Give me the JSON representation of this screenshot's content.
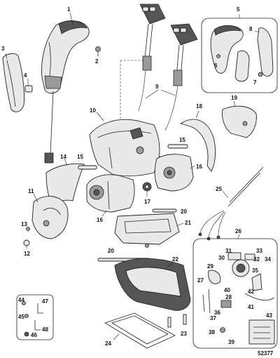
{
  "diagram": {
    "catalog_number": "52377",
    "callouts": [
      {
        "id": "1",
        "label": "1"
      },
      {
        "id": "2",
        "label": "2"
      },
      {
        "id": "3",
        "label": "3"
      },
      {
        "id": "4",
        "label": "4"
      },
      {
        "id": "5",
        "label": "5"
      },
      {
        "id": "6",
        "label": "6"
      },
      {
        "id": "7",
        "label": "7"
      },
      {
        "id": "8",
        "label": "8"
      },
      {
        "id": "9",
        "label": "9"
      },
      {
        "id": "10",
        "label": "10"
      },
      {
        "id": "11",
        "label": "11"
      },
      {
        "id": "12",
        "label": "12"
      },
      {
        "id": "13",
        "label": "13"
      },
      {
        "id": "14",
        "label": "14"
      },
      {
        "id": "15a",
        "label": "15"
      },
      {
        "id": "15b",
        "label": "15"
      },
      {
        "id": "16a",
        "label": "16"
      },
      {
        "id": "16b",
        "label": "16"
      },
      {
        "id": "17",
        "label": "17"
      },
      {
        "id": "18",
        "label": "18"
      },
      {
        "id": "19",
        "label": "19"
      },
      {
        "id": "20a",
        "label": "20"
      },
      {
        "id": "20b",
        "label": "20"
      },
      {
        "id": "21",
        "label": "21"
      },
      {
        "id": "22",
        "label": "22"
      },
      {
        "id": "23",
        "label": "23"
      },
      {
        "id": "24",
        "label": "24"
      },
      {
        "id": "25",
        "label": "25"
      },
      {
        "id": "26",
        "label": "26"
      },
      {
        "id": "27",
        "label": "27"
      },
      {
        "id": "28",
        "label": "28"
      },
      {
        "id": "29",
        "label": "29"
      },
      {
        "id": "30",
        "label": "30"
      },
      {
        "id": "31",
        "label": "31"
      },
      {
        "id": "32",
        "label": "32"
      },
      {
        "id": "33",
        "label": "33"
      },
      {
        "id": "34",
        "label": "34"
      },
      {
        "id": "35",
        "label": "35"
      },
      {
        "id": "36",
        "label": "36"
      },
      {
        "id": "37",
        "label": "37"
      },
      {
        "id": "38",
        "label": "38"
      },
      {
        "id": "39",
        "label": "39"
      },
      {
        "id": "40",
        "label": "40"
      },
      {
        "id": "41",
        "label": "41"
      },
      {
        "id": "42",
        "label": "42"
      },
      {
        "id": "43",
        "label": "43"
      },
      {
        "id": "44",
        "label": "44"
      },
      {
        "id": "45",
        "label": "45"
      },
      {
        "id": "46",
        "label": "46"
      },
      {
        "id": "47",
        "label": "47"
      },
      {
        "id": "48",
        "label": "48"
      }
    ]
  }
}
